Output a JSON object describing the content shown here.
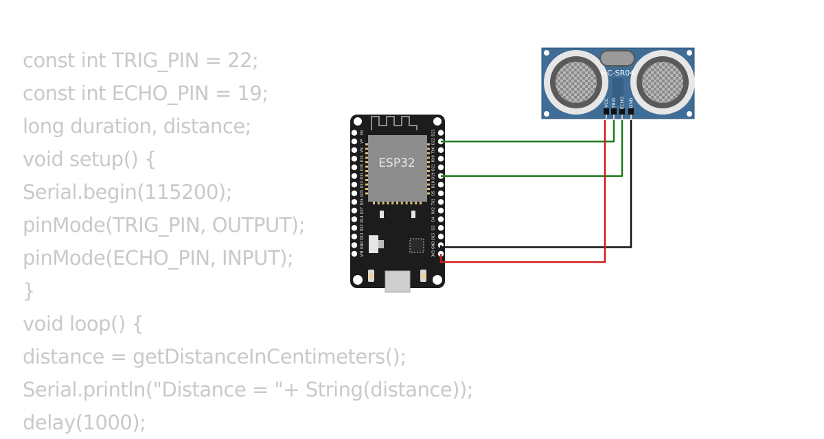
{
  "code": {
    "lines": [
      "const int TRIG_PIN = 22;",
      "const int ECHO_PIN = 19;",
      "long duration, distance;",
      "void setup() {",
      "Serial.begin(115200);",
      "pinMode(TRIG_PIN, OUTPUT);",
      "pinMode(ECHO_PIN, INPUT);",
      "}",
      "void loop() {",
      "distance = getDistanceInCentimeters();",
      "Serial.println(\"Distance = \"+ String(distance));",
      "delay(1000);"
    ]
  },
  "esp32": {
    "label": "ESP32",
    "left_pins": [
      "EN",
      "VP",
      "VN",
      "D34",
      "D35",
      "D32",
      "D33",
      "D25",
      "D26",
      "D27",
      "D14",
      "D12",
      "D13",
      "GND",
      "VIN"
    ],
    "right_pins": [
      "D23",
      "D22",
      "TX0",
      "RX0",
      "D21",
      "D19",
      "D18",
      "D5",
      "TX2",
      "RX2",
      "D4",
      "D2",
      "D15",
      "GND",
      "3V3"
    ]
  },
  "sensor": {
    "label": "HC-SR04",
    "pins": [
      "VCC",
      "TRIG",
      "ECHO",
      "GND"
    ]
  },
  "wires": [
    {
      "from": "ESP32.D22",
      "to": "HC-SR04.TRIG",
      "color": "#1a7a1a"
    },
    {
      "from": "ESP32.D19",
      "to": "HC-SR04.ECHO",
      "color": "#1a7a1a"
    },
    {
      "from": "ESP32.GND",
      "to": "HC-SR04.GND",
      "color": "#111111"
    },
    {
      "from": "ESP32.3V3",
      "to": "HC-SR04.VCC",
      "color": "#d11a1a"
    }
  ],
  "colors": {
    "code_text": "#c9c9c9",
    "board": "#1c1c1c",
    "chip": "#8d8d8d",
    "sensor_board": "#3f6d96",
    "wire_signal": "#1a7a1a",
    "wire_ground": "#111111",
    "wire_power": "#d11a1a"
  }
}
